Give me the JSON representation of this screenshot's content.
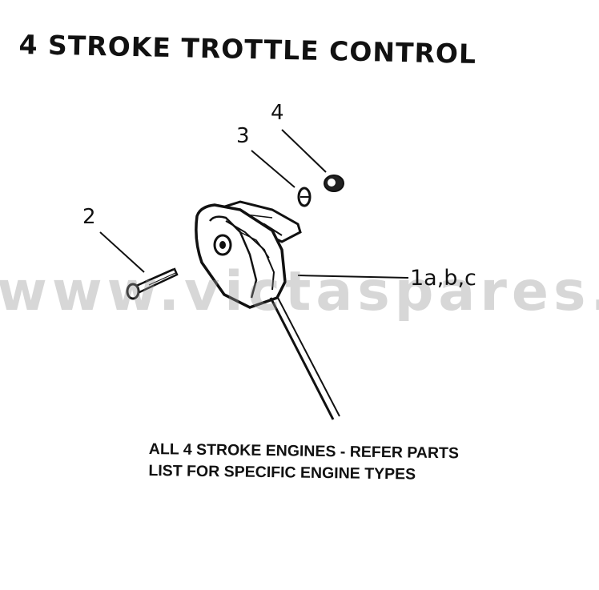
{
  "title": "4 STROKE TROTTLE CONTROL",
  "callouts": {
    "c1": "1a,b,c",
    "c2": "2",
    "c3": "3",
    "c4": "4"
  },
  "watermark": "www.victaspares.co.uk",
  "note": {
    "line1": "ALL 4 STROKE ENGINES - REFER PARTS",
    "line2": "LIST FOR SPECIFIC ENGINE TYPES"
  }
}
